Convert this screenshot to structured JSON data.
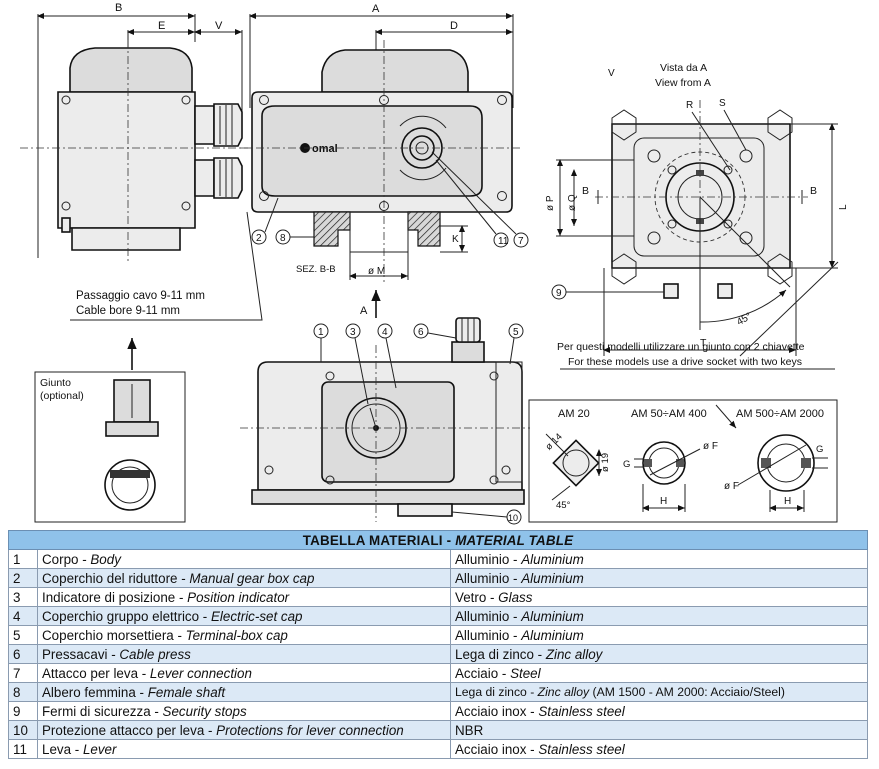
{
  "drawing": {
    "dimensions": {
      "A": "A",
      "B": "B",
      "D": "D",
      "E": "E",
      "V": "V",
      "K": "K",
      "M": "ø M",
      "P": "ø P",
      "Q": "ø Q",
      "L": "L",
      "T": "T",
      "R": "R",
      "S": "S",
      "B_left": "B",
      "B_right": "B",
      "V_small": "V",
      "A_arrow": "A",
      "F_mid": "ø F",
      "F_right": "ø F",
      "G_mid": "G",
      "G_right": "G",
      "H_mid": "H",
      "H_right": "H",
      "d14": "ø 14",
      "d19": "ø 19",
      "deg45_small": "45°",
      "deg45": "45°"
    },
    "section_label": "SEZ. B-B",
    "view_from": {
      "it": "Vista da A",
      "en": "View from A"
    },
    "cable_bore": {
      "it": "Passaggio cavo 9-11 mm",
      "en": "Cable bore 9-11 mm"
    },
    "coupling": {
      "it": "Giunto",
      "en": "(optional)"
    },
    "drive_note": {
      "it": "Per questi modelli utilizzare un giunto con 2 chiavette",
      "en": "For these models use a drive socket with two keys"
    },
    "models": {
      "am20": "AM 20",
      "am50": "AM 50÷AM 400",
      "am500": "AM 500÷AM 2000"
    },
    "logo": "omal",
    "callouts": [
      "1",
      "2",
      "3",
      "4",
      "5",
      "6",
      "7",
      "8",
      "9",
      "10",
      "11"
    ]
  },
  "table": {
    "title_it": "TABELLA MATERIALI  -",
    "title_en": "MATERIAL TABLE",
    "rows": [
      {
        "n": "1",
        "comp_it": "Corpo  - ",
        "comp_en": "Body",
        "mat_it": "Alluminio  -  ",
        "mat_en": "Aluminium",
        "mat_extra": ""
      },
      {
        "n": "2",
        "comp_it": "Coperchio del riduttore - ",
        "comp_en": "Manual gear box cap",
        "mat_it": "Alluminio  -  ",
        "mat_en": "Aluminium",
        "mat_extra": ""
      },
      {
        "n": "3",
        "comp_it": "Indicatore di posizione - ",
        "comp_en": "Position indicator",
        "mat_it": "Vetro  -  ",
        "mat_en": "Glass",
        "mat_extra": ""
      },
      {
        "n": "4",
        "comp_it": "Coperchio gruppo elettrico - ",
        "comp_en": "Electric-set cap",
        "mat_it": "Alluminio  -  ",
        "mat_en": "Aluminium",
        "mat_extra": ""
      },
      {
        "n": "5",
        "comp_it": "Coperchio morsettiera - ",
        "comp_en": "Terminal-box cap",
        "mat_it": "Alluminio  -  ",
        "mat_en": "Aluminium",
        "mat_extra": ""
      },
      {
        "n": "6",
        "comp_it": "Pressacavi - ",
        "comp_en": "Cable press",
        "mat_it": "Lega di zinco - ",
        "mat_en": "Zinc alloy",
        "mat_extra": ""
      },
      {
        "n": "7",
        "comp_it": "Attacco per leva - ",
        "comp_en": "Lever connection",
        "mat_it": "Acciaio - ",
        "mat_en": "Steel",
        "mat_extra": ""
      },
      {
        "n": "8",
        "comp_it": "Albero femmina - ",
        "comp_en": "Female shaft",
        "mat_it": "Lega di zinco - ",
        "mat_en": "Zinc alloy",
        "mat_extra": "   (AM 1500 - AM 2000: Acciaio/Steel)"
      },
      {
        "n": "9",
        "comp_it": "Fermi di sicurezza - ",
        "comp_en": "Security stops",
        "mat_it": "Acciaio inox - ",
        "mat_en": "Stainless steel",
        "mat_extra": ""
      },
      {
        "n": "10",
        "comp_it": "Protezione attacco per leva - ",
        "comp_en": "Protections for lever connection",
        "mat_it": "NBR",
        "mat_en": "",
        "mat_extra": ""
      },
      {
        "n": "11",
        "comp_it": "Leva - ",
        "comp_en": "Lever",
        "mat_it": "Acciaio inox - ",
        "mat_en": "Stainless steel",
        "mat_extra": ""
      }
    ]
  }
}
